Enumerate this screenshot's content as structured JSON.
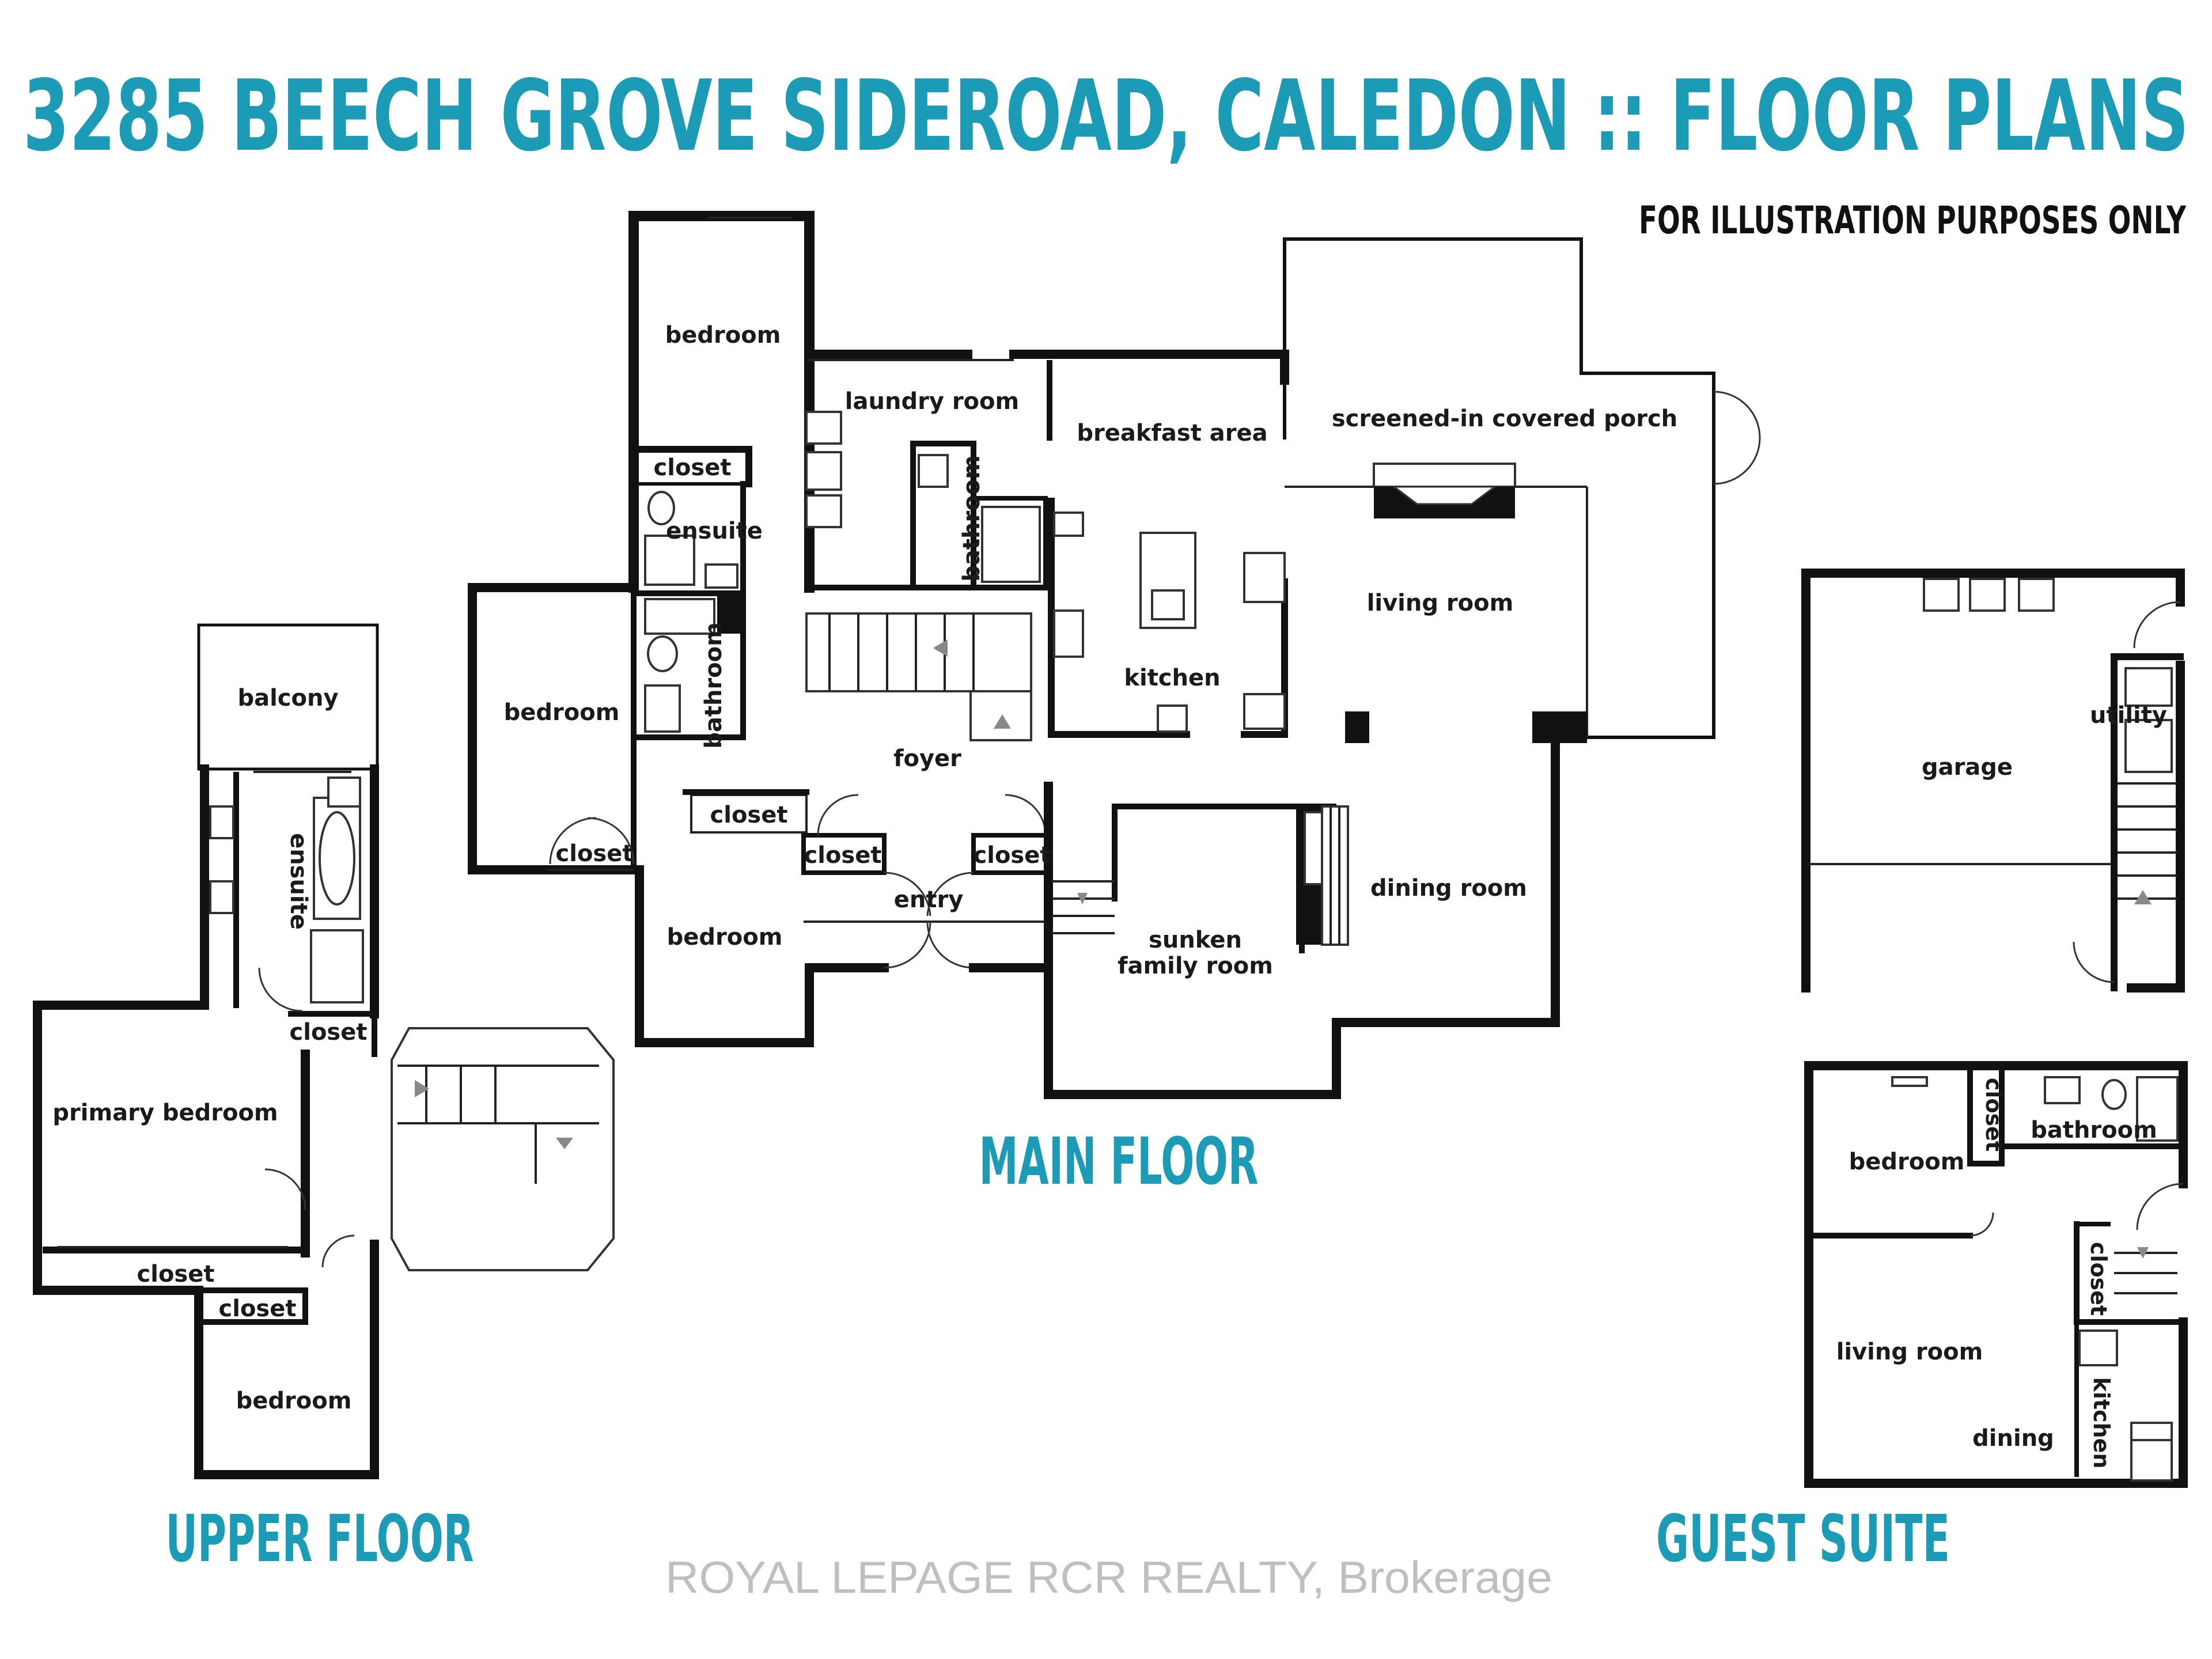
{
  "title": "3285 BEECH GROVE SIDEROAD, CALEDON :: FLOOR PLANS",
  "note": "FOR ILLUSTRATION PURPOSES ONLY",
  "floors": {
    "main": "MAIN FLOOR",
    "upper": "UPPER FLOOR",
    "guest": "GUEST SUITE"
  },
  "rooms": {
    "main": {
      "bedroom_top": "bedroom",
      "closet_top": "closet",
      "ensuite": "ensuite",
      "laundry": "laundry room",
      "bathroom_a": "bathroom",
      "breakfast": "breakfast area",
      "porch": "screened-in covered porch",
      "living": "living room",
      "kitchen": "kitchen",
      "bedroom_left": "bedroom",
      "bathroom_b": "bathroom",
      "foyer": "foyer",
      "closet_a": "closet",
      "closet_b": "closet",
      "closet_c": "closet",
      "closet_d": "closet",
      "entry": "entry",
      "bedroom_bottom": "bedroom",
      "sunken1": "sunken",
      "sunken2": "family room",
      "dining": "dining room"
    },
    "upper": {
      "balcony": "balcony",
      "ensuite": "ensuite",
      "closet_a": "closet",
      "primary": "primary bedroom",
      "closet_b": "closet",
      "closet_c": "closet",
      "bedroom": "bedroom"
    },
    "garage": {
      "garage": "garage",
      "utility": "utility"
    },
    "guest": {
      "bedroom": "bedroom",
      "closet_a": "closet",
      "bathroom": "bathroom",
      "closet_b": "closet",
      "living": "living room",
      "dining": "dining",
      "kitchen": "kitchen"
    }
  },
  "watermark": "ROYAL LEPAGE RCR REALTY, Brokerage"
}
